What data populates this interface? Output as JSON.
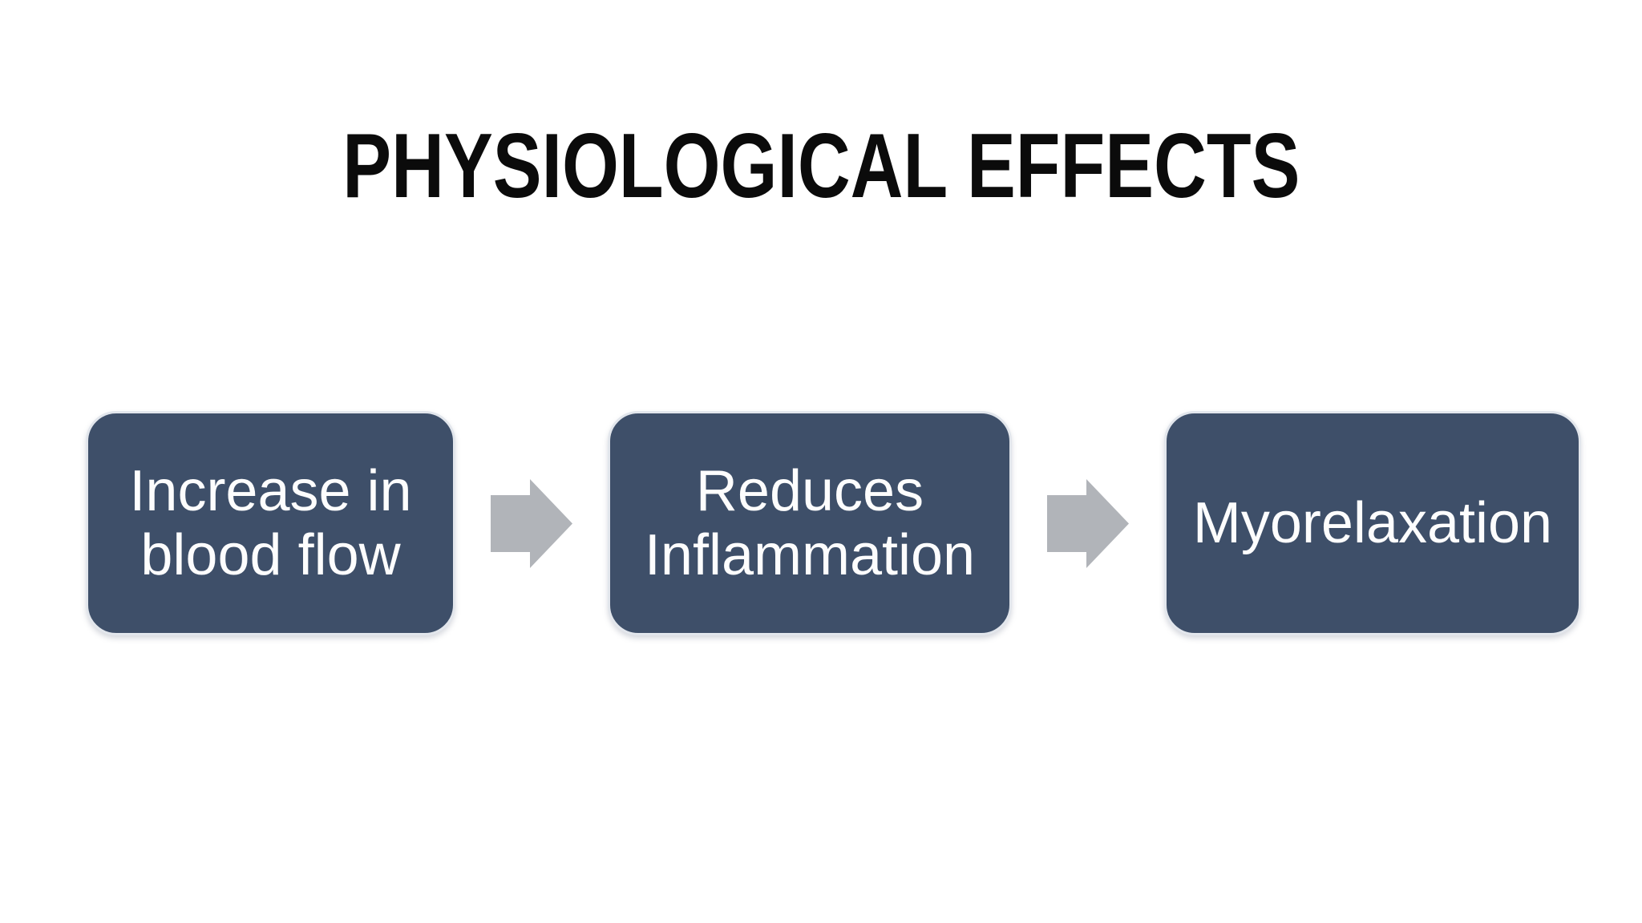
{
  "diagram": {
    "title": "PHYSIOLOGICAL EFFECTS",
    "type": "horizontal-process-flow",
    "steps": [
      {
        "label": "Increase in blood flow"
      },
      {
        "label": "Reduces Inflammation"
      },
      {
        "label": "Myorelaxation"
      }
    ],
    "connector_icon": "right-block-arrow"
  },
  "colors": {
    "background": "#ffffff",
    "title_text": "#0b0b0b",
    "box_fill": "#3e4f69",
    "box_border": "#e2e6ec",
    "box_text": "#fdfdfd",
    "arrow_fill": "#b1b4b9"
  }
}
